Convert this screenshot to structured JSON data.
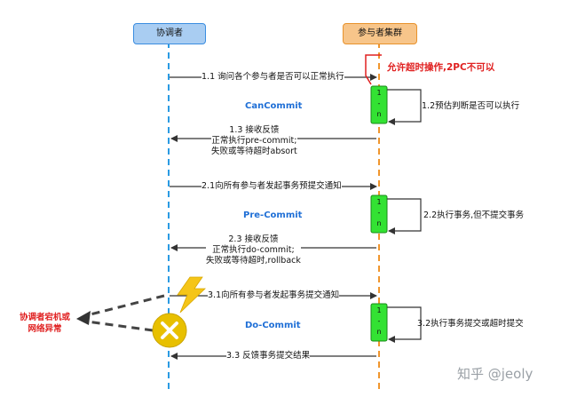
{
  "actors": {
    "coordinator": "协调者",
    "participants": "参与者集群"
  },
  "note_timeout": "允许超时操作,2PC不可以",
  "phases": {
    "can_commit": "CanCommit",
    "pre_commit": "Pre-Commit",
    "do_commit": "Do-Commit"
  },
  "messages": {
    "m1_1": "1.1 询问各个参与者是否可以正常执行",
    "m1_2": "1.2预估判断是否可以执行",
    "m1_3": [
      "1.3 接收反馈",
      "正常执行pre-commit;",
      "失败或等待超时absort"
    ],
    "m2_1": "2.1向所有参与者发起事务预提交通知",
    "m2_2": "2.2执行事务,但不提交事务",
    "m2_3": [
      "2.3 接收反馈",
      "正常执行do-commit;",
      "失败或等待超时,rollback"
    ],
    "m3_1": "3.1向所有参与者发起事务提交通知",
    "m3_2": "3.2执行事务提交或超时提交",
    "m3_3": "3.3 反馈事务提交结果"
  },
  "activation_label": [
    "1",
    "-",
    "n"
  ],
  "failure_note": [
    "协调者宕机或",
    "网络异常"
  ],
  "watermark": "知乎 @jeoly",
  "colors": {
    "coordinator_fill": "#a9cdf2",
    "coordinator_line": "#2b9be3",
    "participant_fill": "#f7c58a",
    "participant_line": "#f0962d",
    "activation": "#33e233",
    "phase_text": "#1f6fd6",
    "alert": "#e02020",
    "bolt": "#f5c518",
    "fail_circle": "#e8c000"
  }
}
